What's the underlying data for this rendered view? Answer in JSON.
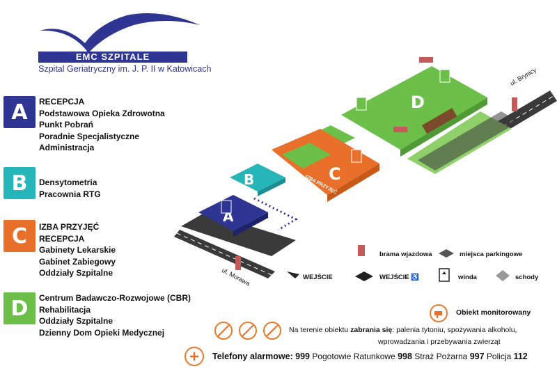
{
  "logo": {
    "brand": "EMC SZPITALE",
    "subtitle": "Szpital Geriatryczny im. J. P. II w Katowicach"
  },
  "legend": [
    {
      "letter": "A",
      "color": "#2e3593",
      "lines": [
        "RECEPCJA",
        "Podstawowa Opieka Zdrowotna",
        "Punkt Pobrań",
        "Poradnie Specjalistyczne",
        "Administracja"
      ]
    },
    {
      "letter": "B",
      "color": "#26b5b9",
      "lines": [
        "Densytometria",
        "Pracownia RTG"
      ]
    },
    {
      "letter": "C",
      "color": "#e8702a",
      "lines": [
        "IZBA PRZYJĘĆ",
        "RECEPCJA",
        "Gabinety Lekarskie",
        "Gabinet Zabiegowy",
        "Oddziały Szpitalne"
      ]
    },
    {
      "letter": "D",
      "color": "#6cc04a",
      "lines": [
        "Centrum Badawczo-Rozwojowe (CBR)",
        "Rehabilitacja",
        "Oddziały Szpitalne",
        "Dzienny Dom Opieki Medycznej"
      ]
    }
  ],
  "map": {
    "street_1": "ul. Brynicy",
    "street_2": "ul. Morawa",
    "building_labels": [
      "A",
      "B",
      "C",
      "D"
    ],
    "izba_label": "IZBA PRZYJĘĆ",
    "recepcja_label": "RECEPCJA"
  },
  "key": {
    "gate": "brama wjazdowa",
    "parking": "miejsca parkingowe",
    "entrance": "WEJŚCIE",
    "entrance_accessible": "WEJŚCIE",
    "elevator": "winda",
    "stairs": "schody",
    "monitored": "Obiekt monitorowany"
  },
  "prohibition": {
    "intro": "Na terenie obiektu",
    "bold": "zabrania się",
    "line1_rest": ": palenia tytoniu, spożywania alkoholu,",
    "line2": "wprowadzania i przebywania zwierząt"
  },
  "phones": {
    "label": "Telefony alarmowe:",
    "n1": "999",
    "t1": "Pogotowie Ratunkowe",
    "n2": "998",
    "t2": "Straż Pożarna",
    "n3": "997",
    "t3": "Policja",
    "n4": "112"
  },
  "colors": {
    "navy": "#2e3593",
    "teal": "#26b5b9",
    "orange": "#e8702a",
    "green": "#6cc04a",
    "road": "#3a3a3a"
  }
}
